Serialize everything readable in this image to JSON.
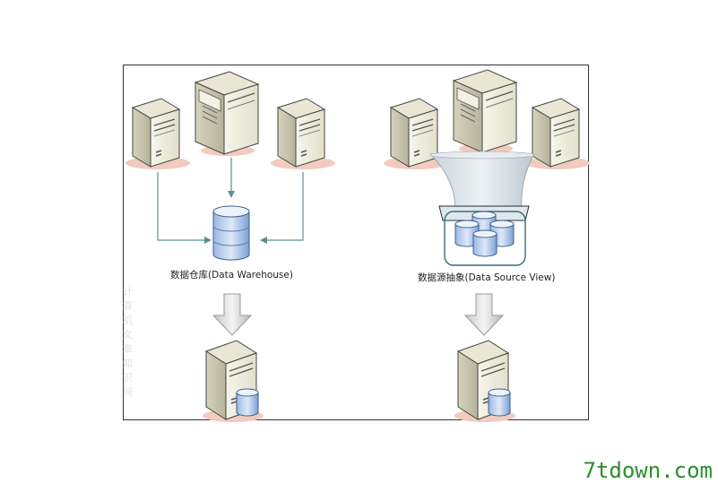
{
  "diagram": {
    "left_label": "数据仓库(Data Warehouse)",
    "right_label": "数据源抽象(Data Source View)"
  },
  "faint_watermark": "计算机文章知识网",
  "watermark": "7tdown.com",
  "colors": {
    "server_face": "#eeeedd",
    "server_side": "#c9c6ae",
    "shadow": "#f1cbbd",
    "arrow": "#5a8f90",
    "db_blue": "#7fa3d8",
    "funnel": "#d5dde3",
    "watermark": "#2c8e2a"
  }
}
